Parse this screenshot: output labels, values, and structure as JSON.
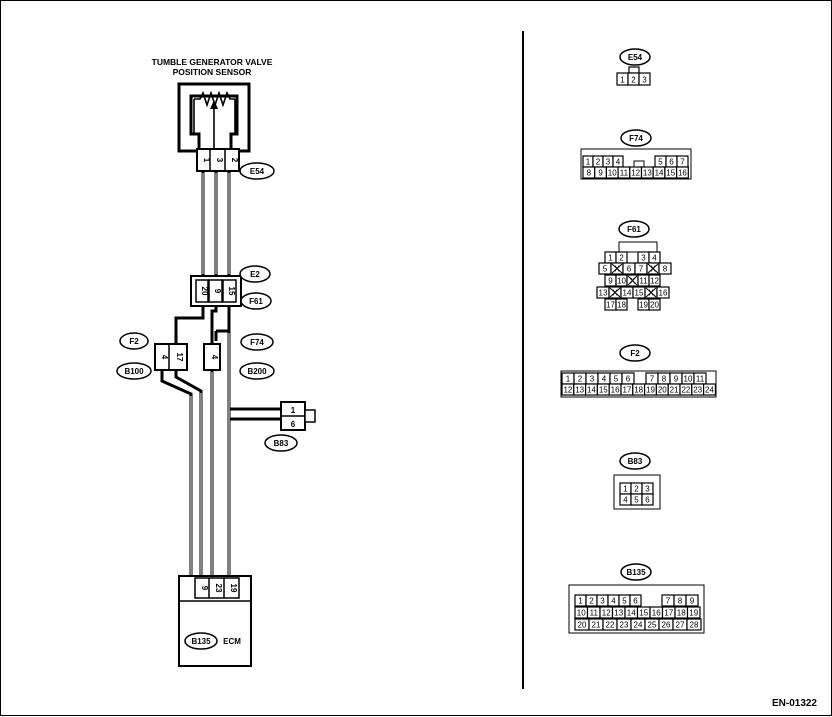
{
  "sensor": {
    "title_line1": "TUMBLE GENERATOR VALVE",
    "title_line2": "POSITION SENSOR",
    "pins": [
      "1",
      "3",
      "2"
    ]
  },
  "connector_labels": {
    "e54": "E54",
    "e2": "E2",
    "f61": "F61",
    "f2": "F2",
    "f74": "F74",
    "b100": "B100",
    "b200": "B200",
    "b83": "B83",
    "b135": "B135"
  },
  "junctions": {
    "e2_f61_pins": [
      "20",
      "9",
      "15"
    ],
    "f2_b100_pins": [
      "4",
      "17"
    ],
    "f74_b200_pins": [
      "4"
    ],
    "b83_pins": [
      "1",
      "6"
    ]
  },
  "ecm": {
    "label": "ECM",
    "pins": [
      "9",
      "23",
      "19"
    ]
  },
  "faces": {
    "e54": {
      "rows": [
        [
          "1",
          "2",
          "3"
        ]
      ]
    },
    "f74": {
      "row1_left": [
        "1",
        "2",
        "3",
        "4"
      ],
      "row1_right": [
        "5",
        "6",
        "7"
      ],
      "row2": [
        "8",
        "9",
        "10",
        "11",
        "12",
        "13",
        "14",
        "15",
        "16"
      ]
    },
    "f61": {
      "row1": [
        "1",
        "2",
        "3",
        "4"
      ],
      "row2": [
        "5",
        "6",
        "7",
        "8"
      ],
      "row3": [
        "9",
        "10",
        "11",
        "12"
      ],
      "row4": [
        "13",
        "14",
        "15",
        "16"
      ],
      "row5": [
        "17",
        "18",
        "19",
        "20"
      ]
    },
    "f2": {
      "row1": [
        "1",
        "2",
        "3",
        "4",
        "5",
        "6",
        "",
        "7",
        "8",
        "9",
        "10",
        "11"
      ],
      "row2": [
        "12",
        "13",
        "14",
        "15",
        "16",
        "17",
        "18",
        "19",
        "20",
        "21",
        "22",
        "23",
        "24"
      ]
    },
    "b83": {
      "row1": [
        "1",
        "2",
        "3"
      ],
      "row2": [
        "4",
        "5",
        "6"
      ]
    },
    "b135": {
      "row1": [
        "1",
        "2",
        "3",
        "4",
        "5",
        "6",
        "7",
        "8",
        "9"
      ],
      "row2": [
        "10",
        "11",
        "12",
        "13",
        "14",
        "15",
        "16",
        "17",
        "18",
        "19"
      ],
      "row3": [
        "20",
        "21",
        "22",
        "23",
        "24",
        "25",
        "26",
        "27",
        "28"
      ]
    }
  },
  "figure_code": "EN-01322"
}
